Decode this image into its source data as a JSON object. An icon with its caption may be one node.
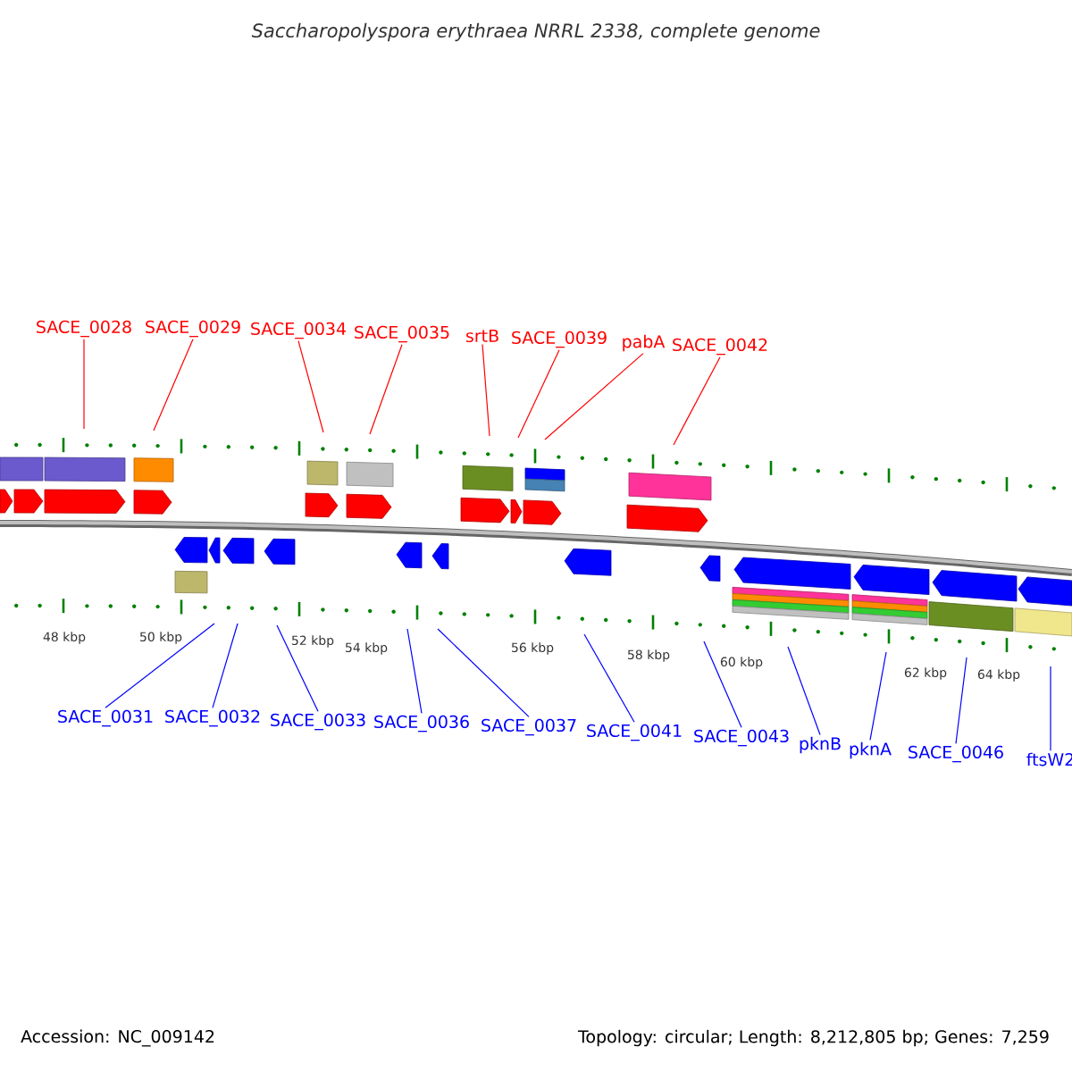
{
  "diagram": {
    "title": "Saccharopolyspora erythraea NRRL 2338, complete genome",
    "nodes": [
      {
        "text": [
          "SACE_0028"
        ]
      },
      {
        "text": [
          "SACE_0029"
        ]
      },
      {
        "text": [
          "SACE_0034"
        ]
      },
      {
        "text": [
          "SACE_0035"
        ]
      },
      {
        "text": [
          "srtB"
        ]
      },
      {
        "text": [
          "SACE_0039"
        ]
      },
      {
        "text": [
          "pabA"
        ]
      },
      {
        "text": [
          "SACE_0042"
        ]
      },
      {
        "text": [
          "SACE_0031"
        ]
      },
      {
        "text": [
          "SACE_0032"
        ]
      },
      {
        "text": [
          "SACE_0033"
        ]
      },
      {
        "text": [
          "SACE_0036"
        ]
      },
      {
        "text": [
          "SACE_0037"
        ]
      },
      {
        "text": [
          "SACE_0041"
        ]
      },
      {
        "text": [
          "SACE_0043"
        ]
      },
      {
        "text": [
          "pknB"
        ]
      },
      {
        "text": [
          "pknA"
        ]
      },
      {
        "text": [
          "SACE_0046"
        ]
      },
      {
        "text": [
          "ftsW2"
        ]
      }
    ],
    "edges": [
      {
        "from": 0,
        "to": null,
        "arrow": "none",
        "color": "#ff0000"
      },
      {
        "from": 1,
        "to": null,
        "arrow": "none",
        "color": "#ff0000"
      },
      {
        "from": 2,
        "to": null,
        "arrow": "none",
        "color": "#ff0000"
      },
      {
        "from": 3,
        "to": null,
        "arrow": "none",
        "color": "#ff0000"
      },
      {
        "from": 4,
        "to": null,
        "arrow": "none",
        "color": "#ff0000"
      },
      {
        "from": 5,
        "to": null,
        "arrow": "none",
        "color": "#ff0000"
      },
      {
        "from": 6,
        "to": null,
        "arrow": "none",
        "color": "#ff0000"
      },
      {
        "from": 7,
        "to": null,
        "arrow": "none",
        "color": "#ff0000"
      },
      {
        "from": 8,
        "to": null,
        "arrow": "none"
      },
      {
        "from": 9,
        "to": null,
        "arrow": "none"
      },
      {
        "from": 10,
        "to": null,
        "arrow": "none"
      },
      {
        "from": 11,
        "to": null,
        "arrow": "none"
      },
      {
        "from": 12,
        "to": null,
        "arrow": "none"
      },
      {
        "from": 13,
        "to": null,
        "arrow": "none"
      },
      {
        "from": 14,
        "to": null,
        "arrow": "none"
      },
      {
        "from": 15,
        "to": null,
        "arrow": "none"
      },
      {
        "from": 16,
        "to": null,
        "arrow": "none"
      },
      {
        "from": 17,
        "to": null,
        "arrow": "none"
      },
      {
        "from": 18,
        "to": null,
        "arrow": "none"
      }
    ],
    "labels": [
      "48 kbp",
      "50 kbp",
      "52 kbp",
      "54 kbp",
      "56 kbp",
      "58 kbp",
      "60 kbp",
      "62 kbp",
      "64 kbp",
      "Accession: NC_009142",
      "Topology: circular; Length: 8,212,805 bp; Genes: 7,259"
    ]
  }
}
